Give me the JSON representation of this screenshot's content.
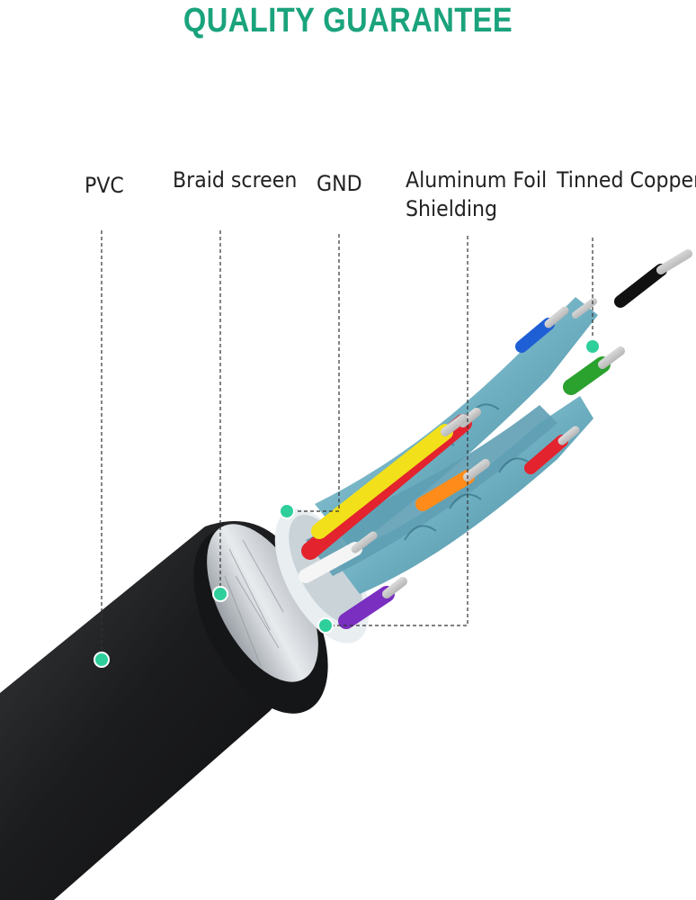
{
  "header": {
    "title": "QUALITY GUARANTEE"
  },
  "colors": {
    "accent": "#1aa37c",
    "marker": "#2fcf9c",
    "jacket": "#1e1f21",
    "shield": "#7bb8c8",
    "wires": [
      "#f2e01a",
      "#e3232e",
      "#ff8c1a",
      "#7a2fc0",
      "#2ba12e",
      "#1f5fd6",
      "#111111",
      "#e3232e"
    ]
  },
  "callouts": [
    {
      "id": "pvc",
      "lines": [
        "PVC"
      ]
    },
    {
      "id": "braid-screen",
      "lines": [
        "Braid screen"
      ]
    },
    {
      "id": "gnd",
      "lines": [
        "GND"
      ]
    },
    {
      "id": "aluminum-foil-shielding",
      "lines": [
        "Aluminum Foil",
        "Shielding"
      ]
    },
    {
      "id": "tinned-copper",
      "lines": [
        "Tinned Copper"
      ]
    }
  ]
}
